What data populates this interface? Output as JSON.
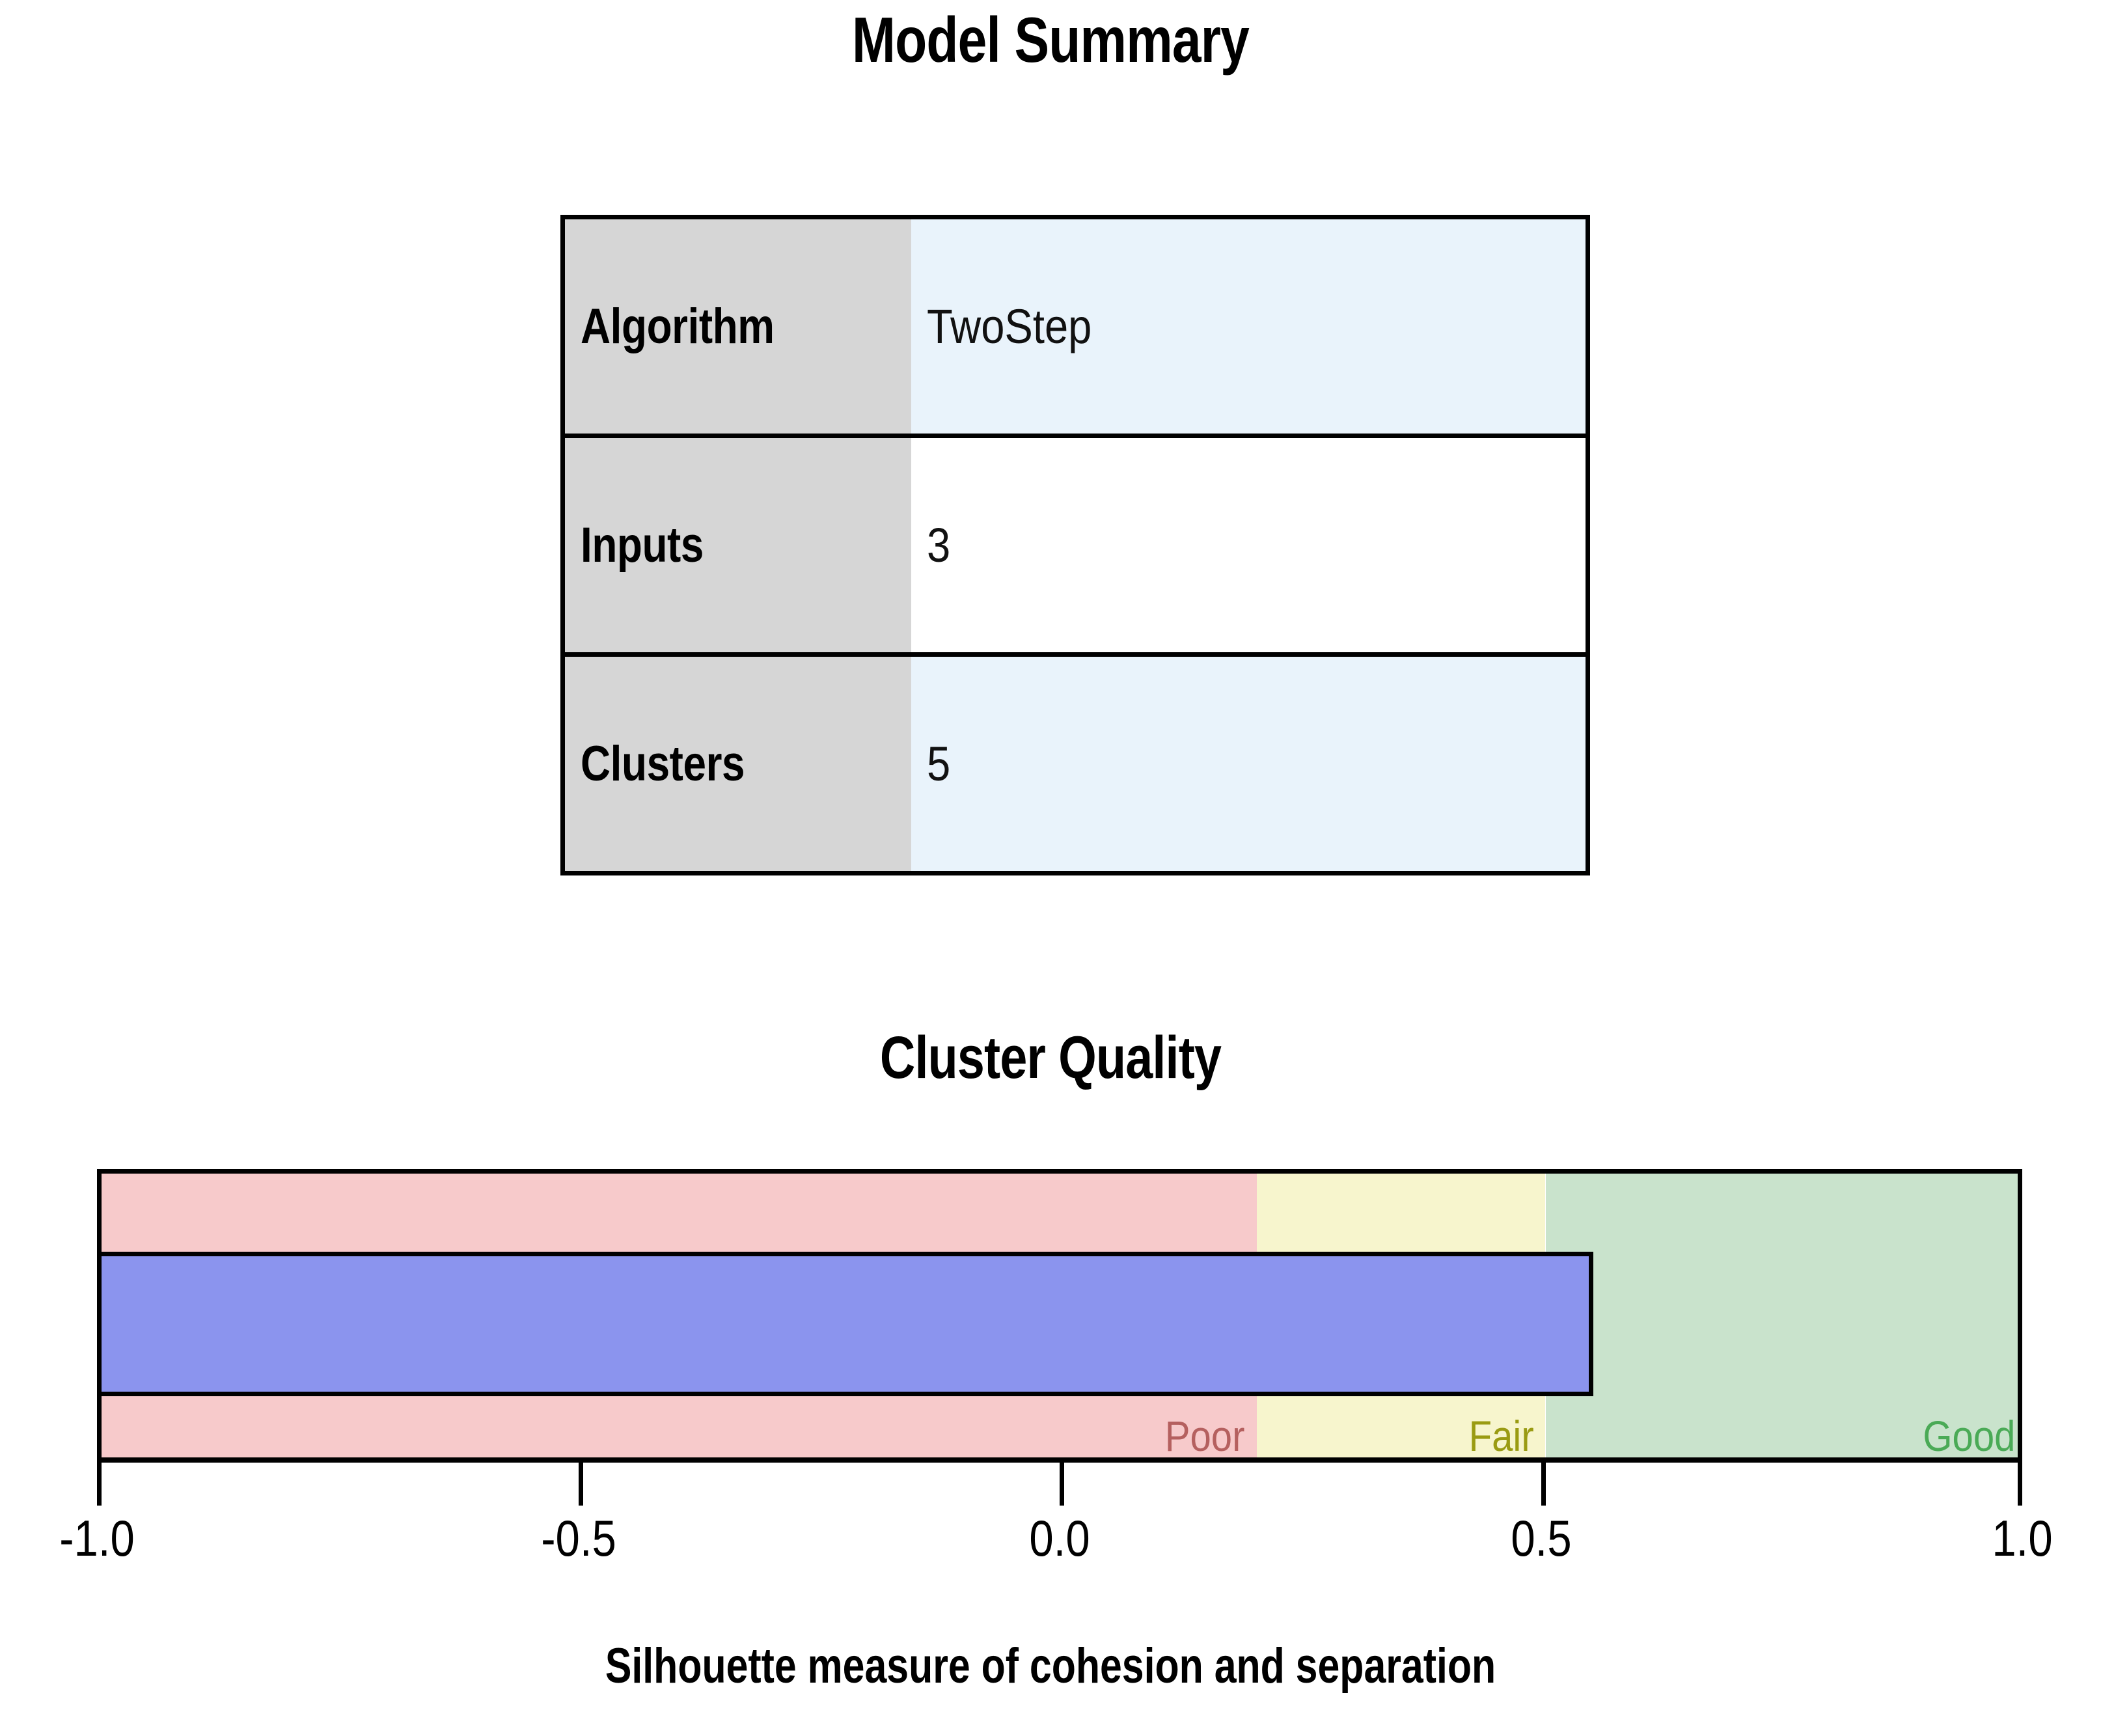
{
  "model_summary": {
    "title": "Model Summary",
    "rows": [
      {
        "label": "Algorithm",
        "value": "TwoStep"
      },
      {
        "label": "Inputs",
        "value": "3"
      },
      {
        "label": "Clusters",
        "value": "5"
      }
    ],
    "colors": {
      "label_background": "#d6d6d6",
      "value_background_alt": "#e9f3fb",
      "value_background": "#ffffff",
      "border": "#000000"
    }
  },
  "cluster_quality": {
    "title": "Cluster Quality",
    "axis_title": "Silhouette measure of cohesion and separation"
  },
  "chart_data": {
    "type": "bar",
    "title": "Cluster Quality",
    "xlabel": "Silhouette measure of cohesion and separation",
    "ylabel": "",
    "xlim": [
      -1.0,
      1.0
    ],
    "grid": false,
    "legend": "none",
    "orientation": "horizontal",
    "categories": [
      "Silhouette measure"
    ],
    "values": [
      0.55
    ],
    "bar_color": "#8b94ee",
    "tick_values": [
      -1.0,
      -0.5,
      0.0,
      0.5,
      1.0
    ],
    "tick_labels": [
      "-1.0",
      "-0.5",
      "0.0",
      "0.5",
      "1.0"
    ],
    "quality_bands": [
      {
        "name": "Poor",
        "from": -1.0,
        "to": 0.2,
        "fill": "#f7cacb",
        "text_color": "#b5605f"
      },
      {
        "name": "Fair",
        "from": 0.2,
        "to": 0.5,
        "fill": "#f7f5cd",
        "text_color": "#9a9b12"
      },
      {
        "name": "Good",
        "from": 0.5,
        "to": 1.0,
        "fill": "#c9e3cc",
        "text_color": "#4aaa56"
      }
    ]
  }
}
